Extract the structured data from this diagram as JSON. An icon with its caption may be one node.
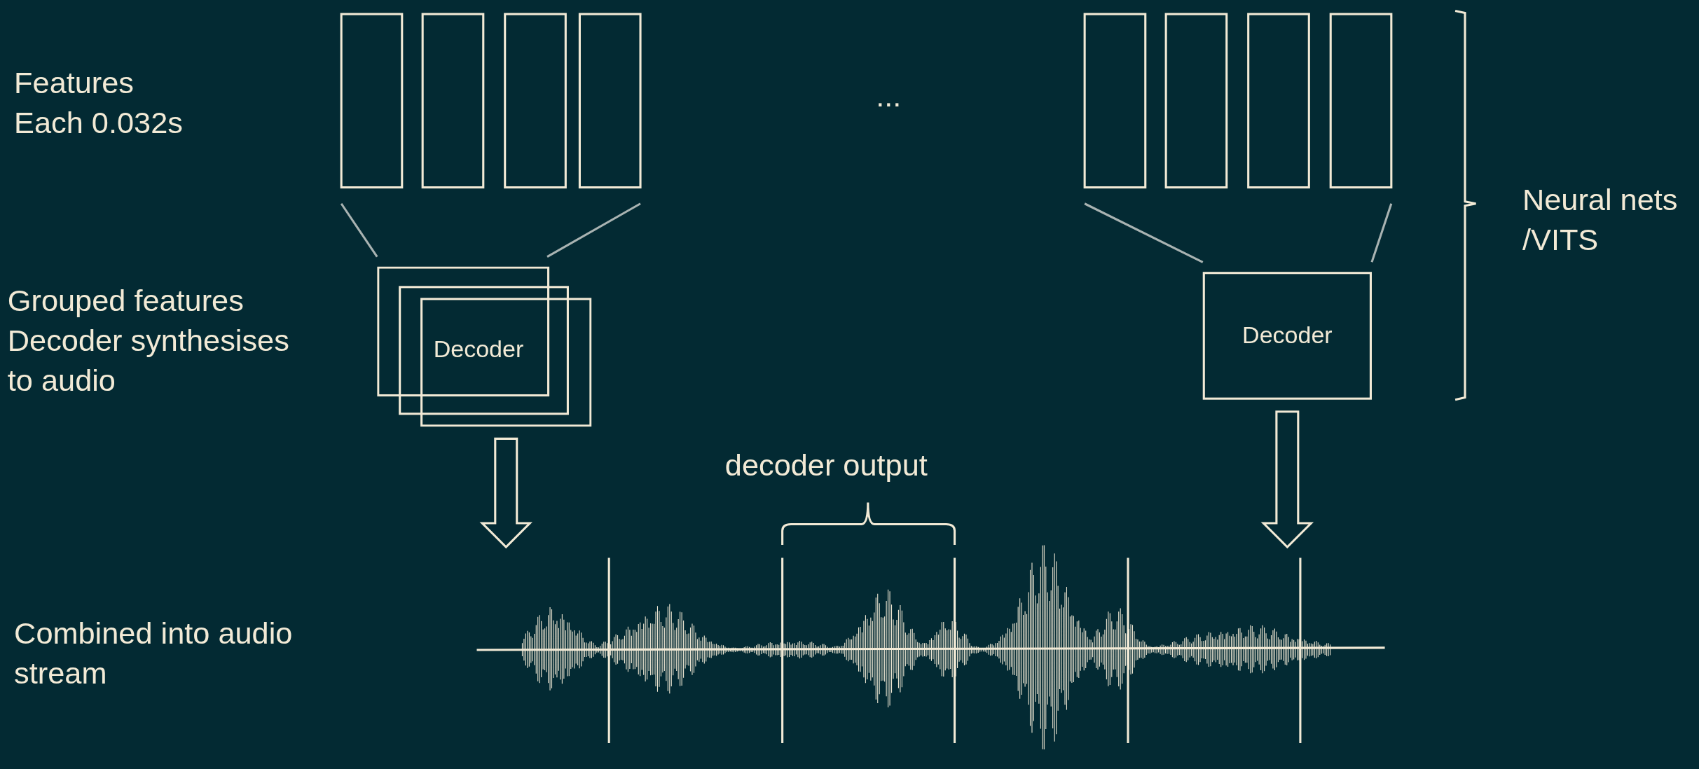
{
  "diagram": {
    "nodes": [
      {
        "text": [],
        "shape": "box"
      },
      {
        "text": [],
        "shape": "box"
      },
      {
        "text": [],
        "shape": "box"
      },
      {
        "text": [],
        "shape": "box"
      },
      {
        "text": [],
        "shape": "box"
      },
      {
        "text": [],
        "shape": "box"
      },
      {
        "text": [],
        "shape": "box"
      },
      {
        "text": [],
        "shape": "box"
      },
      {
        "text": [
          "Decoder"
        ]
      },
      {
        "text": [
          "Decoder"
        ]
      },
      {
        "text": [],
        "shape": "waveform"
      }
    ],
    "edges": [
      {
        "from": 0,
        "to": 8,
        "arrow": "none"
      },
      {
        "from": 3,
        "to": 8,
        "arrow": "none"
      },
      {
        "from": 4,
        "to": 9,
        "arrow": "none"
      },
      {
        "from": 7,
        "to": 9,
        "arrow": "none"
      },
      {
        "from": 8,
        "to": 10,
        "arrow": "to"
      },
      {
        "from": 9,
        "to": 10,
        "arrow": "to"
      }
    ],
    "labels": [
      "Features Each 0.032s",
      "...",
      "Neural nets /VITS",
      "Grouped features Decoder synthesises to audio",
      "decoder output",
      "Combined into audio stream"
    ]
  }
}
